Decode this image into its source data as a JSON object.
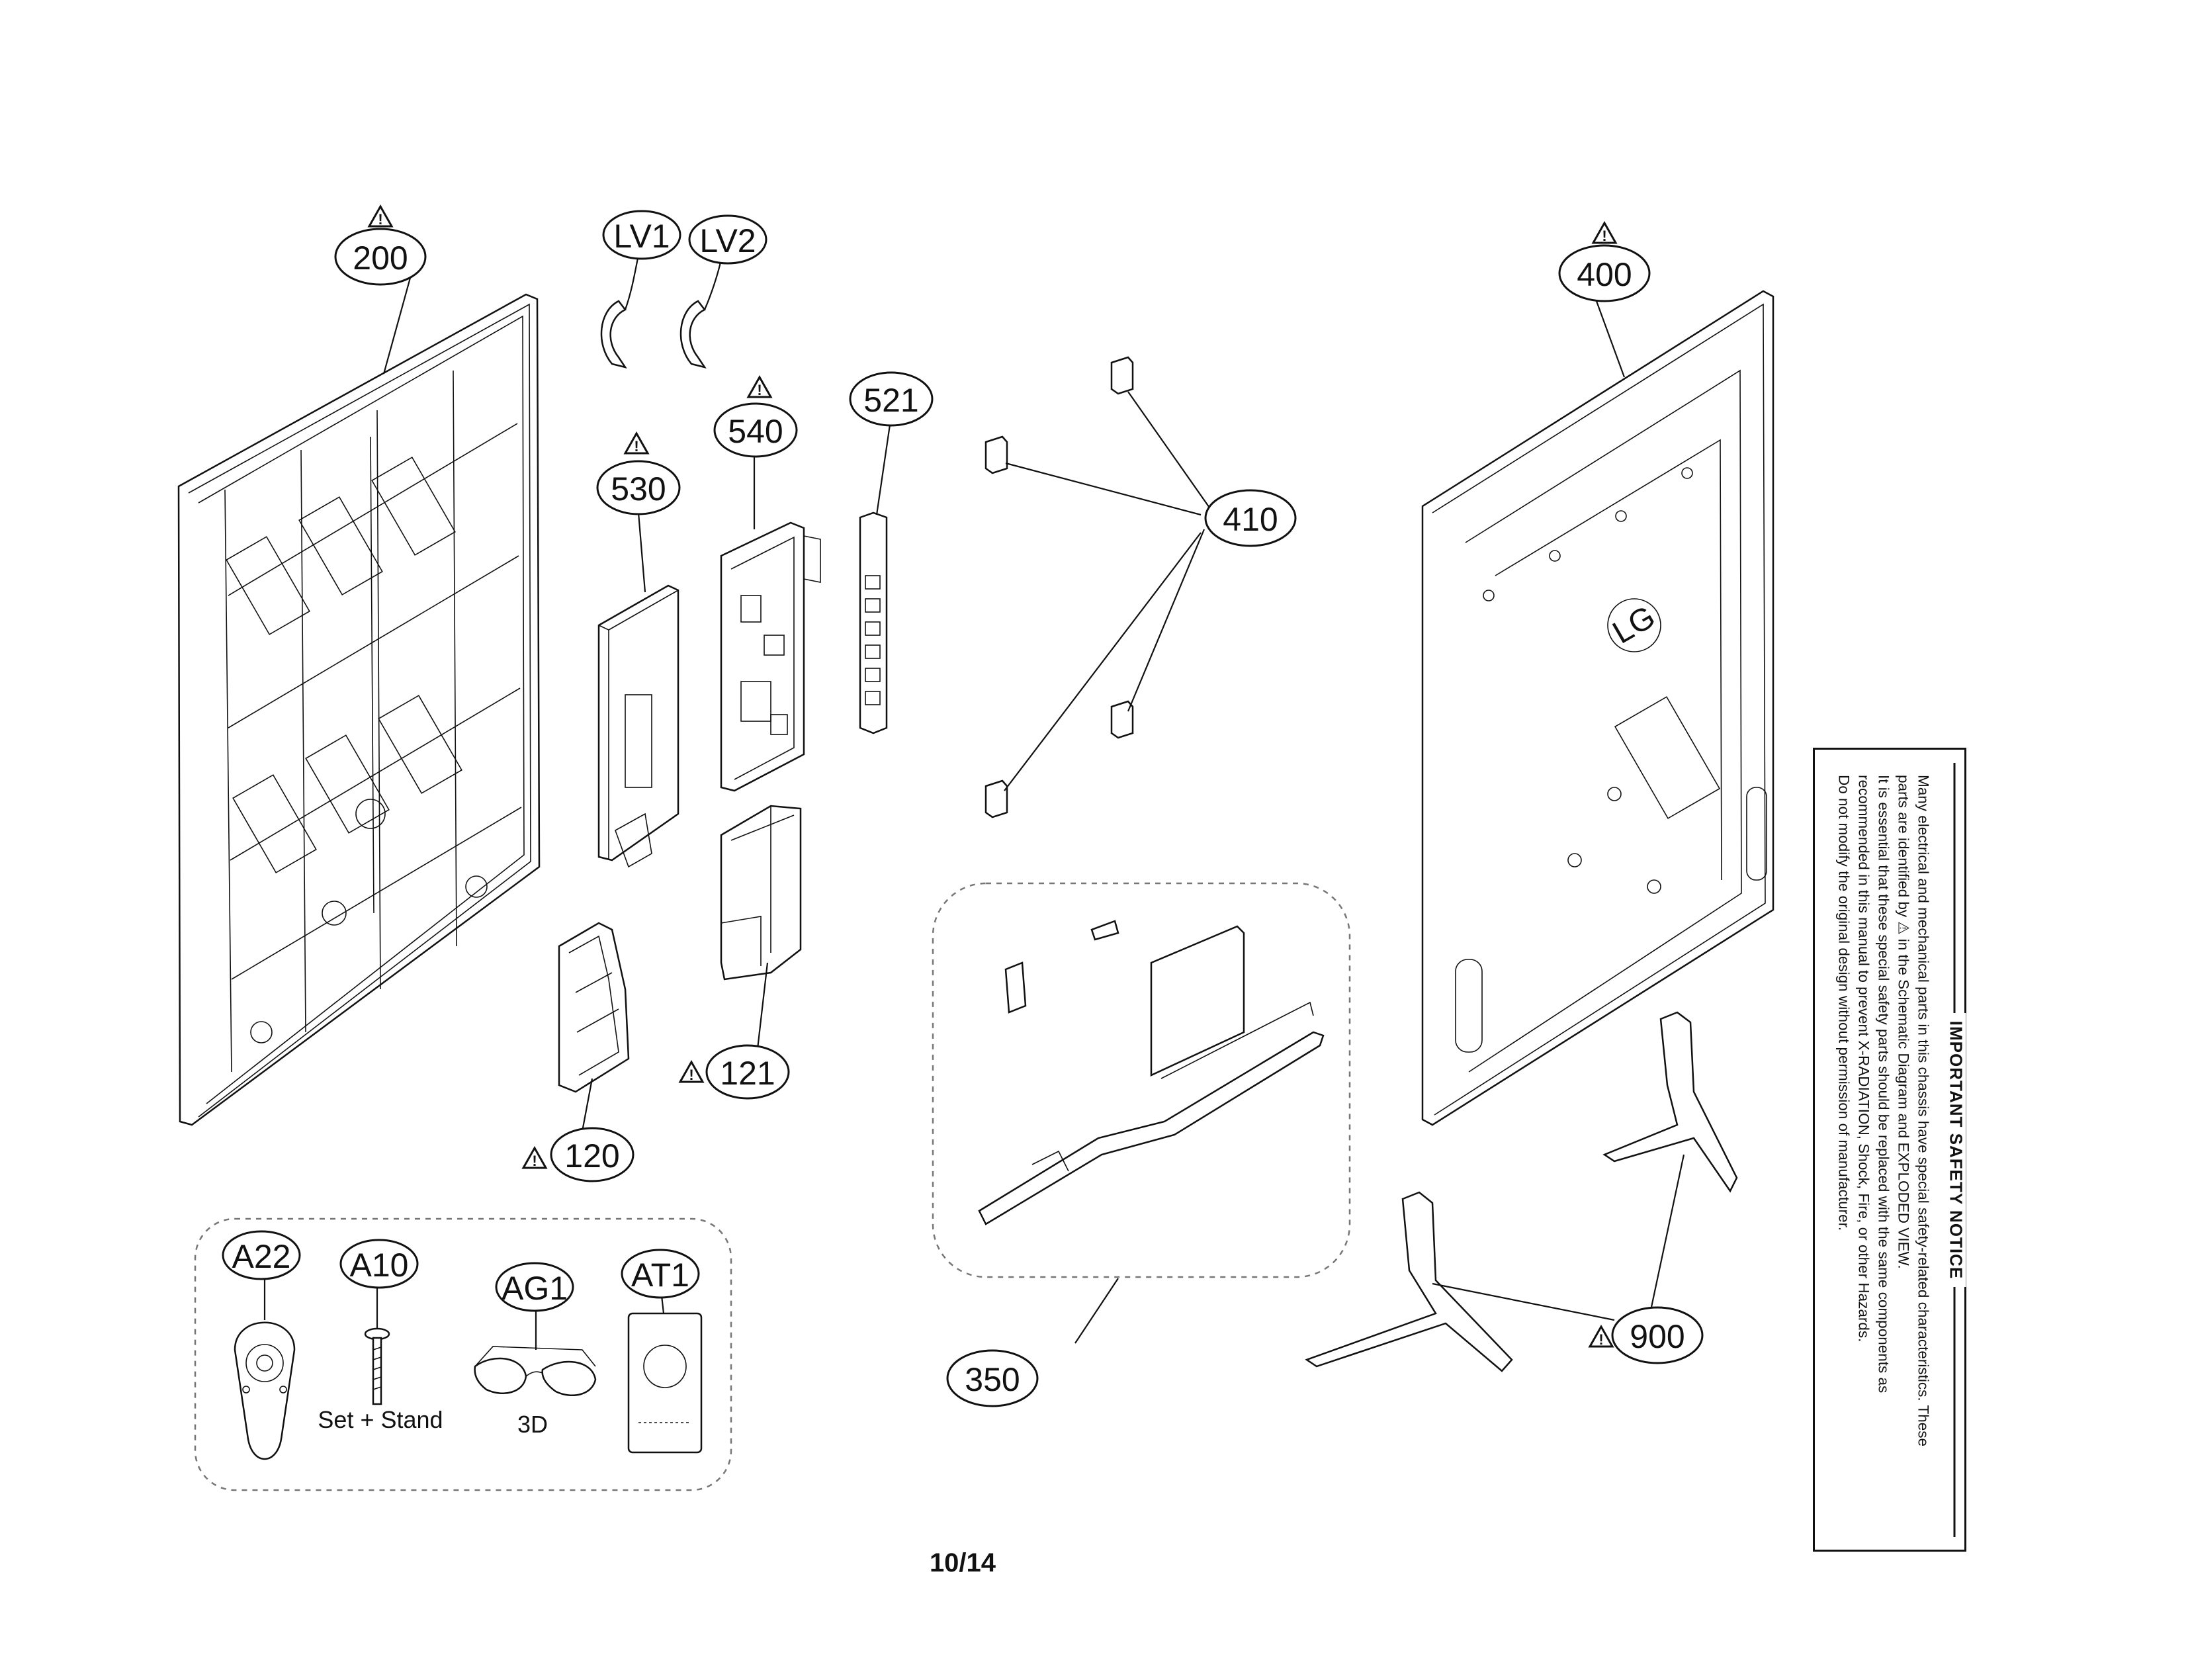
{
  "callouts": {
    "c200": "200",
    "c400": "400",
    "c410": "410",
    "c521": "521",
    "c530": "530",
    "c540": "540",
    "c120": "120",
    "c121": "121",
    "c350": "350",
    "c900": "900",
    "cLV1": "LV1",
    "cLV2": "LV2",
    "cA22": "A22",
    "cA10": "A10",
    "cAG1": "AG1",
    "cAT1": "AT1"
  },
  "warning_symbol": "!",
  "accessory_captions": {
    "a10": "Set + Stand",
    "ag1": "3D"
  },
  "back_cover_logo": "LG",
  "page_number": "10/14",
  "safety_notice": {
    "title": "IMPORTANT SAFETY NOTICE",
    "line1": "Many electrical and mechanical parts in this chassis have special safety-related characteristics. These",
    "line2": "parts are identified by ⚠ in the Schematic Diagram and EXPLODED VIEW.",
    "line3": "It is essential that these special safety parts should be replaced with the same components as",
    "line4": "recommended in this manual to prevent X-RADIATION, Shock, Fire, or other Hazards.",
    "line5": "Do not modify the original design without permission of manufacturer."
  }
}
